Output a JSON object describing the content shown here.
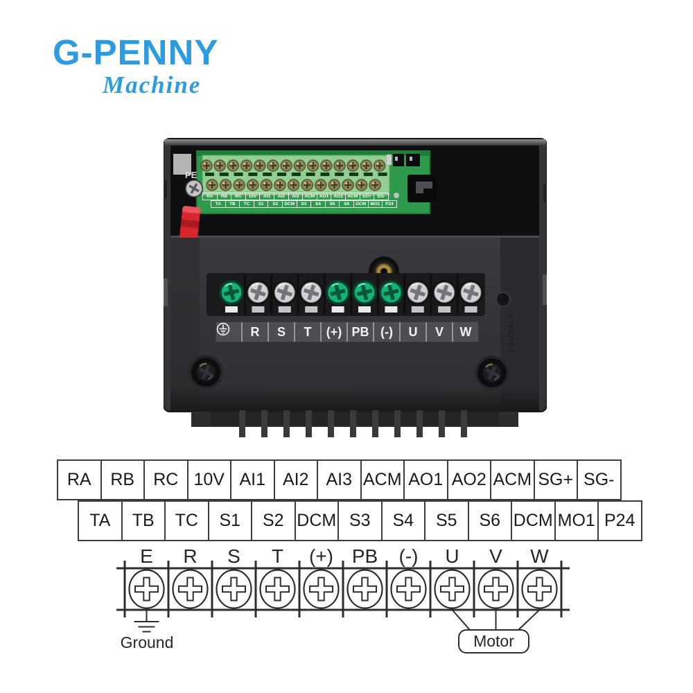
{
  "logo": {
    "name": "G-PENNY",
    "tagline": "Machine",
    "color": "#2E9BDF"
  },
  "device": {
    "pe_label": "PE",
    "charge_label": "CHARGE",
    "power_band_labels": [
      "R",
      "S",
      "T",
      "(+)",
      "PB",
      "(-)",
      "U",
      "V",
      "W"
    ],
    "pcb_row1": [
      "RA",
      "RB",
      "RC",
      "10V",
      "AI1",
      "AI2",
      "AI3",
      "ACM",
      "AO1",
      "AO2",
      "ACM",
      "SG+",
      "SG-"
    ],
    "pcb_row2": [
      "TA",
      "TB",
      "TC",
      "S1",
      "S2",
      "DCM",
      "S3",
      "S4",
      "S5",
      "S6",
      "DCM",
      "MO1",
      "P24"
    ]
  },
  "terminal_table": {
    "row1": [
      "RA",
      "RB",
      "RC",
      "10V",
      "AI1",
      "AI2",
      "AI3",
      "ACM",
      "AO1",
      "AO2",
      "ACM",
      "SG+",
      "SG-"
    ],
    "row2": [
      "TA",
      "TB",
      "TC",
      "S1",
      "S2",
      "DCM",
      "S3",
      "S4",
      "S5",
      "S6",
      "DCM",
      "MO1",
      "P24"
    ]
  },
  "power_strip": {
    "labels": [
      "E",
      "R",
      "S",
      "T",
      "(+)",
      "PB",
      "(-)",
      "U",
      "V",
      "W"
    ],
    "ground_label": "Ground",
    "motor_label": "Motor"
  }
}
